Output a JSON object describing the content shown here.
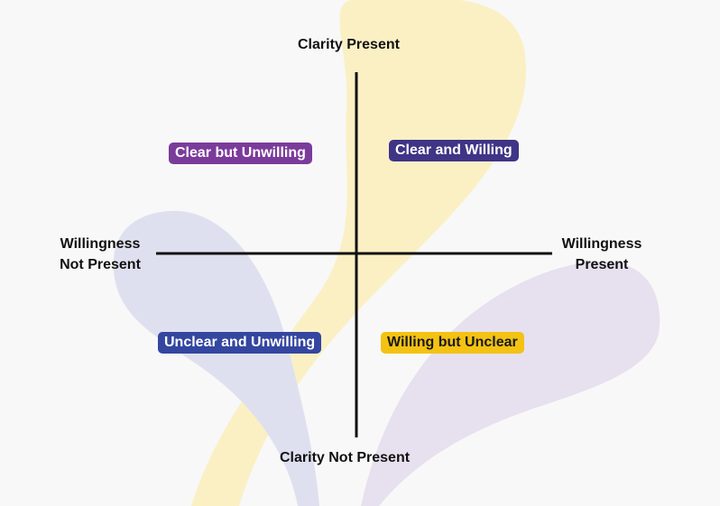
{
  "axes": {
    "top": "Clarity Present",
    "bottom": "Clarity Not Present",
    "left": [
      "Willingness",
      "Not Present"
    ],
    "right": [
      "Willingness",
      "Present"
    ]
  },
  "quadrants": {
    "top_left": {
      "label": "Clear but Unwilling",
      "color": "#7b3b9b"
    },
    "top_right": {
      "label": "Clear and Willing",
      "color": "#3f3486"
    },
    "bottom_left": {
      "label": "Unclear and Unwilling",
      "color": "#3446a0"
    },
    "bottom_right": {
      "label": "Willing but Unclear",
      "color": "#f3c213"
    }
  },
  "colors": {
    "background": "#f8f8f8",
    "axis_line": "#111111",
    "decor_yellow": "#fbf0c4",
    "decor_blue": "#dfe0ef",
    "decor_purple": "#e7e0ee"
  }
}
